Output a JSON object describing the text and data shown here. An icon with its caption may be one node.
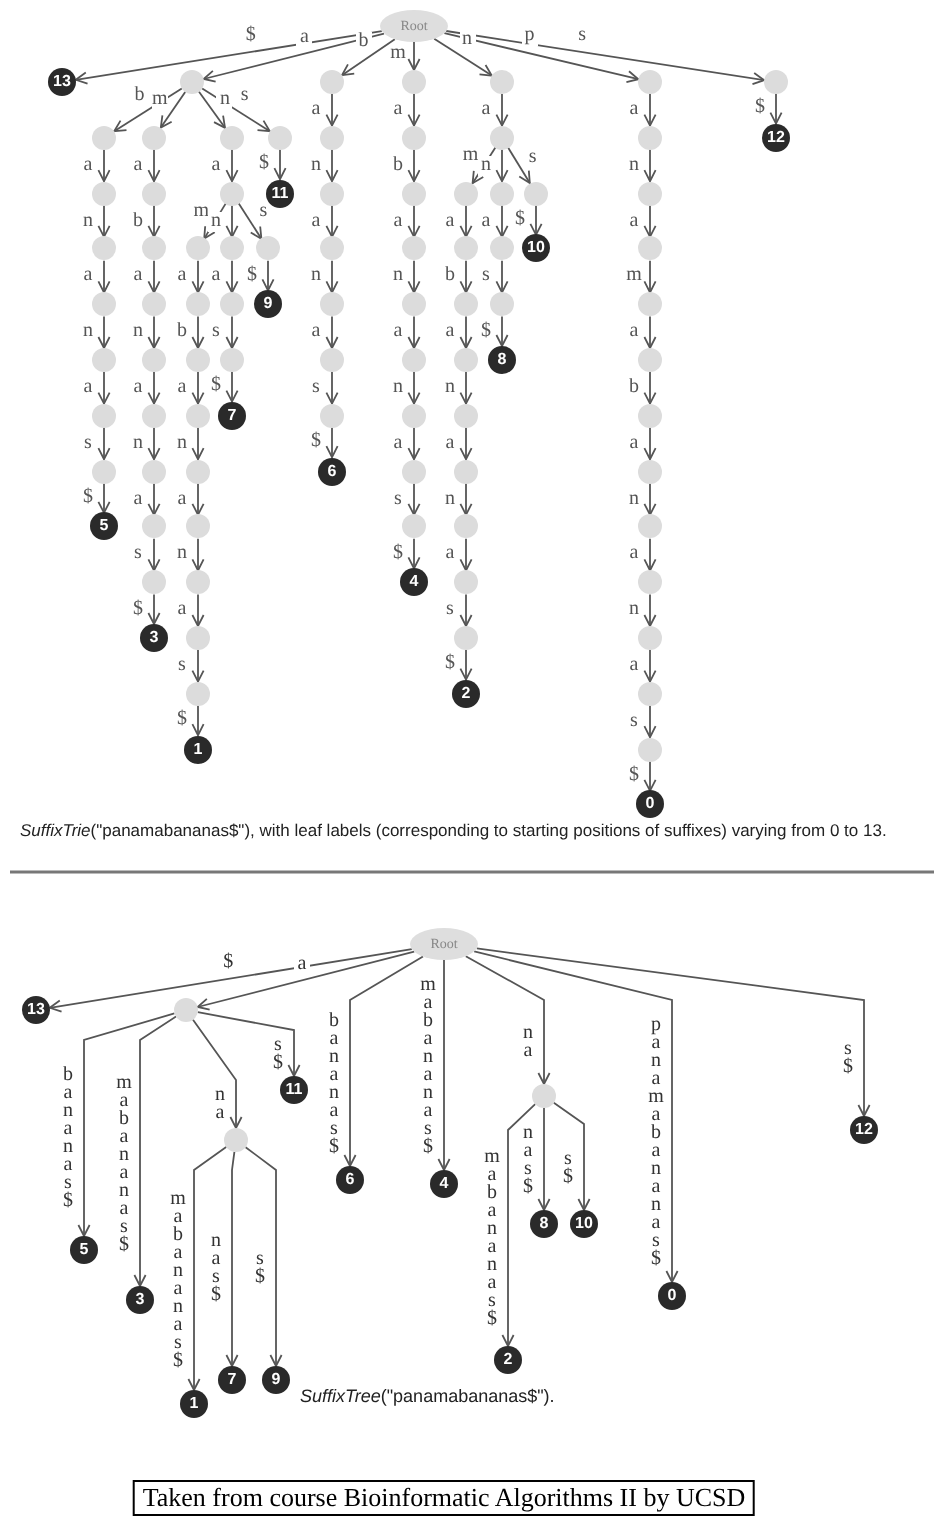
{
  "diagram": {
    "nodes": [
      {
        "text": [
          "Root"
        ]
      },
      {
        "text": [
          "13"
        ]
      },
      {
        "text": [],
        "shape": "circle"
      },
      {
        "text": [],
        "shape": "circle"
      },
      {
        "text": [],
        "shape": "circle"
      },
      {
        "text": [],
        "shape": "circle"
      },
      {
        "text": [],
        "shape": "circle"
      },
      {
        "text": [],
        "shape": "circle"
      },
      {
        "text": [],
        "shape": "circle"
      },
      {
        "text": [],
        "shape": "circle"
      },
      {
        "text": [
          "5"
        ]
      },
      {
        "text": [],
        "shape": "circle"
      },
      {
        "text": [],
        "shape": "circle"
      },
      {
        "text": [],
        "shape": "circle"
      },
      {
        "text": [],
        "shape": "circle"
      },
      {
        "text": [],
        "shape": "circle"
      },
      {
        "text": [],
        "shape": "circle"
      },
      {
        "text": [],
        "shape": "circle"
      },
      {
        "text": [],
        "shape": "circle"
      },
      {
        "text": [],
        "shape": "circle"
      },
      {
        "text": [
          "3"
        ]
      },
      {
        "text": [],
        "shape": "circle"
      },
      {
        "text": [],
        "shape": "circle"
      },
      {
        "text": [],
        "shape": "circle"
      },
      {
        "text": [],
        "shape": "circle"
      },
      {
        "text": [],
        "shape": "circle"
      },
      {
        "text": [],
        "shape": "circle"
      },
      {
        "text": [],
        "shape": "circle"
      },
      {
        "text": [],
        "shape": "circle"
      },
      {
        "text": [],
        "shape": "circle"
      },
      {
        "text": [],
        "shape": "circle"
      },
      {
        "text": [],
        "shape": "circle"
      },
      {
        "text": [
          "1"
        ]
      },
      {
        "text": [],
        "shape": "circle"
      },
      {
        "text": [],
        "shape": "circle"
      },
      {
        "text": [],
        "shape": "circle"
      },
      {
        "text": [
          "7"
        ]
      },
      {
        "text": [],
        "shape": "circle"
      },
      {
        "text": [
          "9"
        ]
      },
      {
        "text": [],
        "shape": "circle"
      },
      {
        "text": [
          "11"
        ]
      },
      {
        "text": [],
        "shape": "circle"
      },
      {
        "text": [],
        "shape": "circle"
      },
      {
        "text": [],
        "shape": "circle"
      },
      {
        "text": [],
        "shape": "circle"
      },
      {
        "text": [],
        "shape": "circle"
      },
      {
        "text": [],
        "shape": "circle"
      },
      {
        "text": [],
        "shape": "circle"
      },
      {
        "text": [
          "6"
        ]
      },
      {
        "text": [],
        "shape": "circle"
      },
      {
        "text": [],
        "shape": "circle"
      },
      {
        "text": [],
        "shape": "circle"
      },
      {
        "text": [],
        "shape": "circle"
      },
      {
        "text": [],
        "shape": "circle"
      },
      {
        "text": [],
        "shape": "circle"
      },
      {
        "text": [],
        "shape": "circle"
      },
      {
        "text": [],
        "shape": "circle"
      },
      {
        "text": [],
        "shape": "circle"
      },
      {
        "text": [
          "4"
        ]
      },
      {
        "text": [],
        "shape": "circle"
      },
      {
        "text": [],
        "shape": "circle"
      },
      {
        "text": [],
        "shape": "circle"
      },
      {
        "text": [],
        "shape": "circle"
      },
      {
        "text": [],
        "shape": "circle"
      },
      {
        "text": [],
        "shape": "circle"
      },
      {
        "text": [],
        "shape": "circle"
      },
      {
        "text": [],
        "shape": "circle"
      },
      {
        "text": [],
        "shape": "circle"
      },
      {
        "text": [],
        "shape": "circle"
      },
      {
        "text": [],
        "shape": "circle"
      },
      {
        "text": [
          "2"
        ]
      },
      {
        "text": [],
        "shape": "circle"
      },
      {
        "text": [],
        "shape": "circle"
      },
      {
        "text": [],
        "shape": "circle"
      },
      {
        "text": [
          "8"
        ]
      },
      {
        "text": [],
        "shape": "circle"
      },
      {
        "text": [
          "10"
        ]
      },
      {
        "text": [],
        "shape": "circle"
      },
      {
        "text": [],
        "shape": "circle"
      },
      {
        "text": [],
        "shape": "circle"
      },
      {
        "text": [],
        "shape": "circle"
      },
      {
        "text": [],
        "shape": "circle"
      },
      {
        "text": [],
        "shape": "circle"
      },
      {
        "text": [],
        "shape": "circle"
      },
      {
        "text": [],
        "shape": "circle"
      },
      {
        "text": [],
        "shape": "circle"
      },
      {
        "text": [],
        "shape": "circle"
      },
      {
        "text": [],
        "shape": "circle"
      },
      {
        "text": [],
        "shape": "circle"
      },
      {
        "text": [],
        "shape": "circle"
      },
      {
        "text": [
          "0"
        ]
      },
      {
        "text": [],
        "shape": "circle"
      },
      {
        "text": [
          "12"
        ]
      },
      {
        "text": [
          "Root"
        ]
      },
      {
        "text": [
          "13"
        ]
      },
      {
        "text": [],
        "shape": "circle"
      },
      {
        "text": [
          "5"
        ]
      },
      {
        "text": [
          "3"
        ]
      },
      {
        "text": [],
        "shape": "circle"
      },
      {
        "text": [
          "1"
        ]
      },
      {
        "text": [
          "7"
        ]
      },
      {
        "text": [
          "9"
        ]
      },
      {
        "text": [
          "11"
        ]
      },
      {
        "text": [
          "6"
        ]
      },
      {
        "text": [
          "4"
        ]
      },
      {
        "text": [],
        "shape": "circle"
      },
      {
        "text": [
          "2"
        ]
      },
      {
        "text": [
          "8"
        ]
      },
      {
        "text": [
          "10"
        ]
      },
      {
        "text": [
          "0"
        ]
      },
      {
        "text": [
          "12"
        ]
      },
      {
        "text": [
          "Taken from course Bioinformatic Algorithms II by UCSD"
        ]
      }
    ],
    "edges": [
      {
        "from": 0,
        "to": 1,
        "arrow": "to",
        "label": "$"
      },
      {
        "from": 0,
        "to": 2,
        "arrow": "to",
        "label": "a"
      },
      {
        "from": 2,
        "to": 3,
        "arrow": "to",
        "label": "b"
      },
      {
        "from": 3,
        "to": 4,
        "arrow": "to",
        "label": "a"
      },
      {
        "from": 4,
        "to": 5,
        "arrow": "to",
        "label": "n"
      },
      {
        "from": 5,
        "to": 6,
        "arrow": "to",
        "label": "a"
      },
      {
        "from": 6,
        "to": 7,
        "arrow": "to",
        "label": "n"
      },
      {
        "from": 7,
        "to": 8,
        "arrow": "to",
        "label": "a"
      },
      {
        "from": 8,
        "to": 9,
        "arrow": "to",
        "label": "s"
      },
      {
        "from": 9,
        "to": 10,
        "arrow": "to",
        "label": "$"
      },
      {
        "from": 2,
        "to": 11,
        "arrow": "to",
        "label": "m"
      },
      {
        "from": 11,
        "to": 12,
        "arrow": "to",
        "label": "a"
      },
      {
        "from": 12,
        "to": 13,
        "arrow": "to",
        "label": "b"
      },
      {
        "from": 13,
        "to": 14,
        "arrow": "to",
        "label": "a"
      },
      {
        "from": 14,
        "to": 15,
        "arrow": "to",
        "label": "n"
      },
      {
        "from": 15,
        "to": 16,
        "arrow": "to",
        "label": "a"
      },
      {
        "from": 16,
        "to": 17,
        "arrow": "to",
        "label": "n"
      },
      {
        "from": 17,
        "to": 18,
        "arrow": "to",
        "label": "a"
      },
      {
        "from": 18,
        "to": 19,
        "arrow": "to",
        "label": "s"
      },
      {
        "from": 19,
        "to": 20,
        "arrow": "to",
        "label": "$"
      },
      {
        "from": 2,
        "to": 21,
        "arrow": "to",
        "label": "n"
      },
      {
        "from": 21,
        "to": 22,
        "arrow": "to",
        "label": "a"
      },
      {
        "from": 22,
        "to": 23,
        "arrow": "to",
        "label": "m"
      },
      {
        "from": 23,
        "to": 24,
        "arrow": "to",
        "label": "a"
      },
      {
        "from": 24,
        "to": 25,
        "arrow": "to",
        "label": "b"
      },
      {
        "from": 25,
        "to": 26,
        "arrow": "to",
        "label": "a"
      },
      {
        "from": 26,
        "to": 27,
        "arrow": "to",
        "label": "n"
      },
      {
        "from": 27,
        "to": 28,
        "arrow": "to",
        "label": "a"
      },
      {
        "from": 28,
        "to": 29,
        "arrow": "to",
        "label": "n"
      },
      {
        "from": 29,
        "to": 30,
        "arrow": "to",
        "label": "a"
      },
      {
        "from": 30,
        "to": 31,
        "arrow": "to",
        "label": "s"
      },
      {
        "from": 31,
        "to": 32,
        "arrow": "to",
        "label": "$"
      },
      {
        "from": 22,
        "to": 33,
        "arrow": "to",
        "label": "n"
      },
      {
        "from": 33,
        "to": 34,
        "arrow": "to",
        "label": "a"
      },
      {
        "from": 34,
        "to": 35,
        "arrow": "to",
        "label": "s"
      },
      {
        "from": 35,
        "to": 36,
        "arrow": "to",
        "label": "$"
      },
      {
        "from": 22,
        "to": 37,
        "arrow": "to",
        "label": "s"
      },
      {
        "from": 37,
        "to": 38,
        "arrow": "to",
        "label": "$"
      },
      {
        "from": 2,
        "to": 39,
        "arrow": "to",
        "label": "s"
      },
      {
        "from": 39,
        "to": 40,
        "arrow": "to",
        "label": "$"
      },
      {
        "from": 0,
        "to": 41,
        "arrow": "to",
        "label": "b"
      },
      {
        "from": 41,
        "to": 42,
        "arrow": "to",
        "label": "a"
      },
      {
        "from": 42,
        "to": 43,
        "arrow": "to",
        "label": "n"
      },
      {
        "from": 43,
        "to": 44,
        "arrow": "to",
        "label": "a"
      },
      {
        "from": 44,
        "to": 45,
        "arrow": "to",
        "label": "n"
      },
      {
        "from": 45,
        "to": 46,
        "arrow": "to",
        "label": "a"
      },
      {
        "from": 46,
        "to": 47,
        "arrow": "to",
        "label": "s"
      },
      {
        "from": 47,
        "to": 48,
        "arrow": "to",
        "label": "$"
      },
      {
        "from": 0,
        "to": 49,
        "arrow": "to",
        "label": "m"
      },
      {
        "from": 49,
        "to": 50,
        "arrow": "to",
        "label": "a"
      },
      {
        "from": 50,
        "to": 51,
        "arrow": "to",
        "label": "b"
      },
      {
        "from": 51,
        "to": 52,
        "arrow": "to",
        "label": "a"
      },
      {
        "from": 52,
        "to": 53,
        "arrow": "to",
        "label": "n"
      },
      {
        "from": 53,
        "to": 54,
        "arrow": "to",
        "label": "a"
      },
      {
        "from": 54,
        "to": 55,
        "arrow": "to",
        "label": "n"
      },
      {
        "from": 55,
        "to": 56,
        "arrow": "to",
        "label": "a"
      },
      {
        "from": 56,
        "to": 57,
        "arrow": "to",
        "label": "s"
      },
      {
        "from": 57,
        "to": 58,
        "arrow": "to",
        "label": "$"
      },
      {
        "from": 0,
        "to": 59,
        "arrow": "to",
        "label": "n"
      },
      {
        "from": 59,
        "to": 60,
        "arrow": "to",
        "label": "a"
      },
      {
        "from": 60,
        "to": 61,
        "arrow": "to",
        "label": "m"
      },
      {
        "from": 61,
        "to": 62,
        "arrow": "to",
        "label": "a"
      },
      {
        "from": 62,
        "to": 63,
        "arrow": "to",
        "label": "b"
      },
      {
        "from": 63,
        "to": 64,
        "arrow": "to",
        "label": "a"
      },
      {
        "from": 64,
        "to": 65,
        "arrow": "to",
        "label": "n"
      },
      {
        "from": 65,
        "to": 66,
        "arrow": "to",
        "label": "a"
      },
      {
        "from": 66,
        "to": 67,
        "arrow": "to",
        "label": "n"
      },
      {
        "from": 67,
        "to": 68,
        "arrow": "to",
        "label": "a"
      },
      {
        "from": 68,
        "to": 69,
        "arrow": "to",
        "label": "s"
      },
      {
        "from": 69,
        "to": 70,
        "arrow": "to",
        "label": "$"
      },
      {
        "from": 60,
        "to": 71,
        "arrow": "to",
        "label": "n"
      },
      {
        "from": 71,
        "to": 72,
        "arrow": "to",
        "label": "a"
      },
      {
        "from": 72,
        "to": 73,
        "arrow": "to",
        "label": "s"
      },
      {
        "from": 73,
        "to": 74,
        "arrow": "to",
        "label": "$"
      },
      {
        "from": 60,
        "to": 75,
        "arrow": "to",
        "label": "s"
      },
      {
        "from": 75,
        "to": 76,
        "arrow": "to",
        "label": "$"
      },
      {
        "from": 0,
        "to": 77,
        "arrow": "to",
        "label": "p"
      },
      {
        "from": 77,
        "to": 78,
        "arrow": "to",
        "label": "a"
      },
      {
        "from": 78,
        "to": 79,
        "arrow": "to",
        "label": "n"
      },
      {
        "from": 79,
        "to": 80,
        "arrow": "to",
        "label": "a"
      },
      {
        "from": 80,
        "to": 81,
        "arrow": "to",
        "label": "m"
      },
      {
        "from": 81,
        "to": 82,
        "arrow": "to",
        "label": "a"
      },
      {
        "from": 82,
        "to": 83,
        "arrow": "to",
        "label": "b"
      },
      {
        "from": 83,
        "to": 84,
        "arrow": "to",
        "label": "a"
      },
      {
        "from": 84,
        "to": 85,
        "arrow": "to",
        "label": "n"
      },
      {
        "from": 85,
        "to": 86,
        "arrow": "to",
        "label": "a"
      },
      {
        "from": 86,
        "to": 87,
        "arrow": "to",
        "label": "n"
      },
      {
        "from": 87,
        "to": 88,
        "arrow": "to",
        "label": "a"
      },
      {
        "from": 88,
        "to": 89,
        "arrow": "to",
        "label": "s"
      },
      {
        "from": 89,
        "to": 90,
        "arrow": "to",
        "label": "$"
      },
      {
        "from": 0,
        "to": 91,
        "arrow": "to",
        "label": "s"
      },
      {
        "from": 91,
        "to": 92,
        "arrow": "to",
        "label": "$"
      },
      {
        "from": 93,
        "to": 94,
        "arrow": "to",
        "label": "$"
      },
      {
        "from": 93,
        "to": 95,
        "arrow": "to",
        "label": "a"
      },
      {
        "from": 95,
        "to": 96,
        "arrow": "to",
        "label": "bananas$"
      },
      {
        "from": 95,
        "to": 97,
        "arrow": "to",
        "label": "mabananas$"
      },
      {
        "from": 95,
        "to": 98,
        "arrow": "to",
        "label": "na"
      },
      {
        "from": 98,
        "to": 99,
        "arrow": "to",
        "label": "mabananas$"
      },
      {
        "from": 98,
        "to": 100,
        "arrow": "to",
        "label": "nas$"
      },
      {
        "from": 98,
        "to": 101,
        "arrow": "to",
        "label": "s$"
      },
      {
        "from": 95,
        "to": 102,
        "arrow": "to",
        "label": "s$"
      },
      {
        "from": 93,
        "to": 103,
        "arrow": "to",
        "label": "bananas$"
      },
      {
        "from": 93,
        "to": 104,
        "arrow": "to",
        "label": "mabananas$"
      },
      {
        "from": 93,
        "to": 105,
        "arrow": "to",
        "label": "na"
      },
      {
        "from": 105,
        "to": 106,
        "arrow": "to",
        "label": "mabananas$"
      },
      {
        "from": 105,
        "to": 107,
        "arrow": "to",
        "label": "nas$"
      },
      {
        "from": 105,
        "to": 108,
        "arrow": "to",
        "label": "s$"
      },
      {
        "from": 93,
        "to": 109,
        "arrow": "to",
        "label": "panamabananas$"
      },
      {
        "from": 93,
        "to": 110,
        "arrow": "to",
        "label": "s$"
      }
    ],
    "labels": [
      "*SuffixTrie*(\"panamabananas$\"), with leaf labels (corresponding to starting positions of suffixes) varying from 0 to 13.",
      "*SuffixTree*(\"panamabananas$\")."
    ]
  }
}
